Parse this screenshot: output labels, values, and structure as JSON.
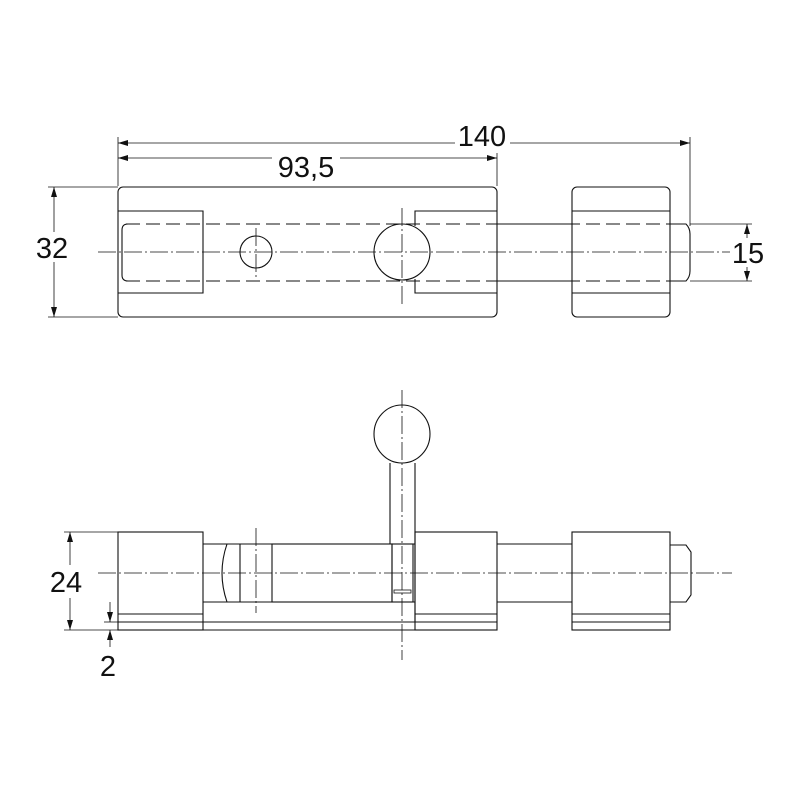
{
  "dimensions": {
    "overall_length": "140",
    "body_length": "93,5",
    "body_width": "32",
    "bolt_diameter": "15",
    "height": "24",
    "base_thickness": "2"
  },
  "colors": {
    "line": "#111111",
    "background": "#ffffff"
  }
}
